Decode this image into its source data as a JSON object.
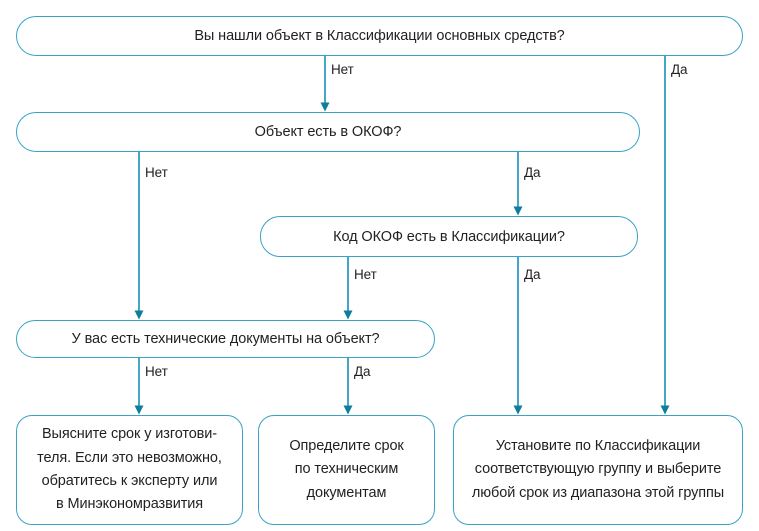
{
  "diagram": {
    "title": "Flowchart: determining the useful life of a fixed asset",
    "accent_color": "#3ba2c4",
    "arrow_color": "#0e7d9e",
    "text_color": "#231f20",
    "background": "#ffffff"
  },
  "nodes": {
    "q1": {
      "text": "Вы нашли объект в Классификации основных средств?"
    },
    "q2": {
      "text": "Объект есть в ОКОФ?"
    },
    "q3": {
      "text": "Код ОКОФ есть в Классификации?"
    },
    "q4": {
      "text": "У вас есть технические документы на объект?"
    },
    "r1": {
      "lines": [
        "Выясните срок у изготови-",
        "теля. Если это невозможно,",
        "обратитесь к эксперту или",
        "в Минэкономразвития"
      ]
    },
    "r2": {
      "lines": [
        "Определите срок",
        "по техническим",
        "документам"
      ]
    },
    "r3": {
      "lines": [
        "Установите по Классификации",
        "соответствующую группу и выберите",
        "любой срок из диапазона этой группы"
      ]
    }
  },
  "edges": {
    "q1_no": {
      "label": "Нет"
    },
    "q1_yes": {
      "label": "Да"
    },
    "q2_no": {
      "label": "Нет"
    },
    "q2_yes": {
      "label": "Да"
    },
    "q3_no": {
      "label": "Нет"
    },
    "q3_yes": {
      "label": "Да"
    },
    "q4_no": {
      "label": "Нет"
    },
    "q4_yes": {
      "label": "Да"
    }
  }
}
